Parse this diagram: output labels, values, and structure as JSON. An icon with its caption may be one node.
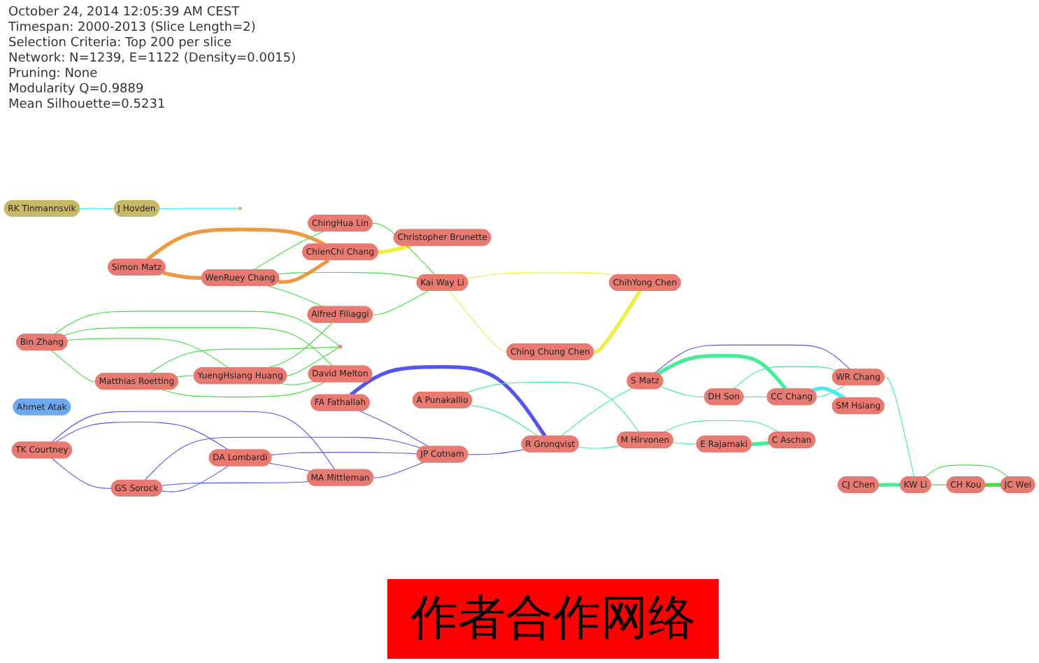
{
  "diagram": {
    "title": "作者合作网络",
    "nodes": [
      {
        "text": [
          "Bin Zhang"
        ]
      },
      {
        "text": [
          "Matthias Roetting"
        ]
      },
      {
        "text": [
          "David Melton"
        ]
      },
      {
        "text": [],
        "shape": "circle"
      },
      {
        "text": [
          "YuengHsiang Huang"
        ]
      },
      {
        "text": [
          "Simon Matz"
        ]
      },
      {
        "text": [
          "WenRuey Chang"
        ]
      },
      {
        "text": [
          "Alfred Filiaggi"
        ]
      },
      {
        "text": [
          "ChienChi Chang"
        ]
      },
      {
        "text": [
          "Christopher Brunette"
        ]
      },
      {
        "text": [
          "Kai Way Li"
        ]
      },
      {
        "text": [
          "ChingHua Lin"
        ]
      },
      {
        "text": [
          "Ching Chung Chen"
        ]
      },
      {
        "text": [
          "ChihYong Chen"
        ]
      },
      {
        "text": [
          "TK Courtney"
        ]
      },
      {
        "text": [
          "GS Sorock"
        ]
      },
      {
        "text": [
          "DA Lombardi"
        ]
      },
      {
        "text": [
          "MA Mittleman"
        ]
      },
      {
        "text": [
          "FA Fathallah"
        ]
      },
      {
        "text": [
          "JP Cotnam"
        ]
      },
      {
        "text": [
          "A Punakallio"
        ]
      },
      {
        "text": [
          "R Gronqvist"
        ]
      },
      {
        "text": [
          "M Hirvonen"
        ]
      },
      {
        "text": [
          "E Rajamaki"
        ]
      },
      {
        "text": [
          "S Matz"
        ]
      },
      {
        "text": [
          "DH Son"
        ]
      },
      {
        "text": [
          "CC Chang"
        ]
      },
      {
        "text": [
          "SM Hsiang"
        ]
      },
      {
        "text": [
          "C Aschan"
        ]
      },
      {
        "text": [
          "WR Chang"
        ]
      },
      {
        "text": [
          "CJ Chen"
        ]
      },
      {
        "text": [
          "KW Li"
        ]
      },
      {
        "text": [
          "CH Kou"
        ]
      },
      {
        "text": [
          "JC Wei"
        ]
      },
      {
        "text": [
          "Ahmet Atak"
        ]
      },
      {
        "text": [
          "RK Tinmannsvik"
        ]
      },
      {
        "text": [
          "J Hovden"
        ]
      },
      {
        "text": [],
        "shape": "circle"
      }
    ],
    "edges": [
      {
        "from": 0,
        "to": 1,
        "arrow": "none"
      },
      {
        "from": 0,
        "to": 4,
        "arrow": "none"
      },
      {
        "from": 0,
        "to": 2,
        "arrow": "none"
      },
      {
        "from": 0,
        "to": 3,
        "arrow": "none"
      },
      {
        "from": 1,
        "to": 2,
        "arrow": "none"
      },
      {
        "from": 1,
        "to": 4,
        "arrow": "none"
      },
      {
        "from": 1,
        "to": 3,
        "arrow": "none"
      },
      {
        "from": 4,
        "to": 2,
        "arrow": "none"
      },
      {
        "from": 4,
        "to": 3,
        "arrow": "none"
      },
      {
        "from": 4,
        "to": 7,
        "arrow": "none"
      },
      {
        "from": 7,
        "to": 10,
        "arrow": "none"
      },
      {
        "from": 6,
        "to": 7,
        "arrow": "none"
      },
      {
        "from": 5,
        "to": 6,
        "arrow": "none",
        "color": "#ee9944",
        "style": "thick"
      },
      {
        "from": 5,
        "to": 8,
        "arrow": "none",
        "color": "#ee9944",
        "style": "thick"
      },
      {
        "from": 6,
        "to": 8,
        "arrow": "none",
        "color": "#ee9944",
        "style": "thick"
      },
      {
        "from": 8,
        "to": 9,
        "arrow": "none",
        "color": "#eeee44",
        "style": "thick"
      },
      {
        "from": 6,
        "to": 10,
        "arrow": "none"
      },
      {
        "from": 6,
        "to": 11,
        "arrow": "none"
      },
      {
        "from": 11,
        "to": 10,
        "arrow": "none"
      },
      {
        "from": 10,
        "to": 12,
        "arrow": "none",
        "color": "#eeee44"
      },
      {
        "from": 10,
        "to": 13,
        "arrow": "none",
        "color": "#eeee44"
      },
      {
        "from": 12,
        "to": 13,
        "arrow": "none",
        "color": "#eeee44",
        "style": "thick"
      },
      {
        "from": 14,
        "to": 15,
        "arrow": "none",
        "color": "#5555ee"
      },
      {
        "from": 14,
        "to": 16,
        "arrow": "none",
        "color": "#5555ee"
      },
      {
        "from": 14,
        "to": 17,
        "arrow": "none",
        "color": "#5555ee"
      },
      {
        "from": 15,
        "to": 16,
        "arrow": "none",
        "color": "#5555ee"
      },
      {
        "from": 15,
        "to": 17,
        "arrow": "none",
        "color": "#5555ee"
      },
      {
        "from": 15,
        "to": 19,
        "arrow": "none",
        "color": "#5555ee"
      },
      {
        "from": 16,
        "to": 17,
        "arrow": "none",
        "color": "#5555ee"
      },
      {
        "from": 16,
        "to": 19,
        "arrow": "none",
        "color": "#5555ee"
      },
      {
        "from": 17,
        "to": 19,
        "arrow": "none",
        "color": "#5555ee"
      },
      {
        "from": 18,
        "to": 19,
        "arrow": "none",
        "color": "#5555ee"
      },
      {
        "from": 18,
        "to": 21,
        "arrow": "none",
        "color": "#5555ee",
        "style": "thick"
      },
      {
        "from": 19,
        "to": 21,
        "arrow": "none",
        "color": "#5555ee"
      },
      {
        "from": 20,
        "to": 21,
        "arrow": "none",
        "color": "#44ee99"
      },
      {
        "from": 20,
        "to": 22,
        "arrow": "none",
        "color": "#44ee99"
      },
      {
        "from": 21,
        "to": 22,
        "arrow": "none",
        "color": "#44ee99"
      },
      {
        "from": 22,
        "to": 23,
        "arrow": "none",
        "color": "#44ee99"
      },
      {
        "from": 22,
        "to": 28,
        "arrow": "none",
        "color": "#44ee99"
      },
      {
        "from": 23,
        "to": 28,
        "arrow": "none",
        "color": "#44ee99",
        "style": "thick"
      },
      {
        "from": 21,
        "to": 24,
        "arrow": "none",
        "color": "#44ee99"
      },
      {
        "from": 24,
        "to": 25,
        "arrow": "none",
        "color": "#44ee99"
      },
      {
        "from": 24,
        "to": 26,
        "arrow": "none",
        "color": "#44ee99",
        "style": "thick"
      },
      {
        "from": 25,
        "to": 26,
        "arrow": "none",
        "color": "#44ee99"
      },
      {
        "from": 25,
        "to": 29,
        "arrow": "none",
        "color": "#44ee99"
      },
      {
        "from": 26,
        "to": 29,
        "arrow": "none",
        "color": "#44ee99"
      },
      {
        "from": 24,
        "to": 29,
        "arrow": "none",
        "color": "#5555ee"
      },
      {
        "from": 26,
        "to": 27,
        "arrow": "none",
        "color": "#44eeee",
        "style": "thick"
      },
      {
        "from": 29,
        "to": 31,
        "arrow": "none",
        "color": "#44ee99"
      },
      {
        "from": 30,
        "to": 31,
        "arrow": "none",
        "color": "#44ee99",
        "style": "thick"
      },
      {
        "from": 31,
        "to": 32,
        "arrow": "none"
      },
      {
        "from": 31,
        "to": 33,
        "arrow": "none"
      },
      {
        "from": 32,
        "to": 33,
        "arrow": "none",
        "style": "thick"
      },
      {
        "from": 35,
        "to": 36,
        "arrow": "none",
        "color": "#44eeee"
      },
      {
        "from": 36,
        "to": 37,
        "arrow": "none",
        "color": "#44eeee"
      }
    ],
    "labels": [
      "October 24, 2014 12:05:39 AM CEST",
      "Timespan: 2000-2013 (Slice Length=2)",
      "Selection Criteria: Top 200 per slice",
      "Network: N=1239, E=1122 (Density=0.0015)",
      "Pruning: None",
      "Modularity Q=0.9889",
      "Mean Silhouette=0.5231"
    ]
  }
}
